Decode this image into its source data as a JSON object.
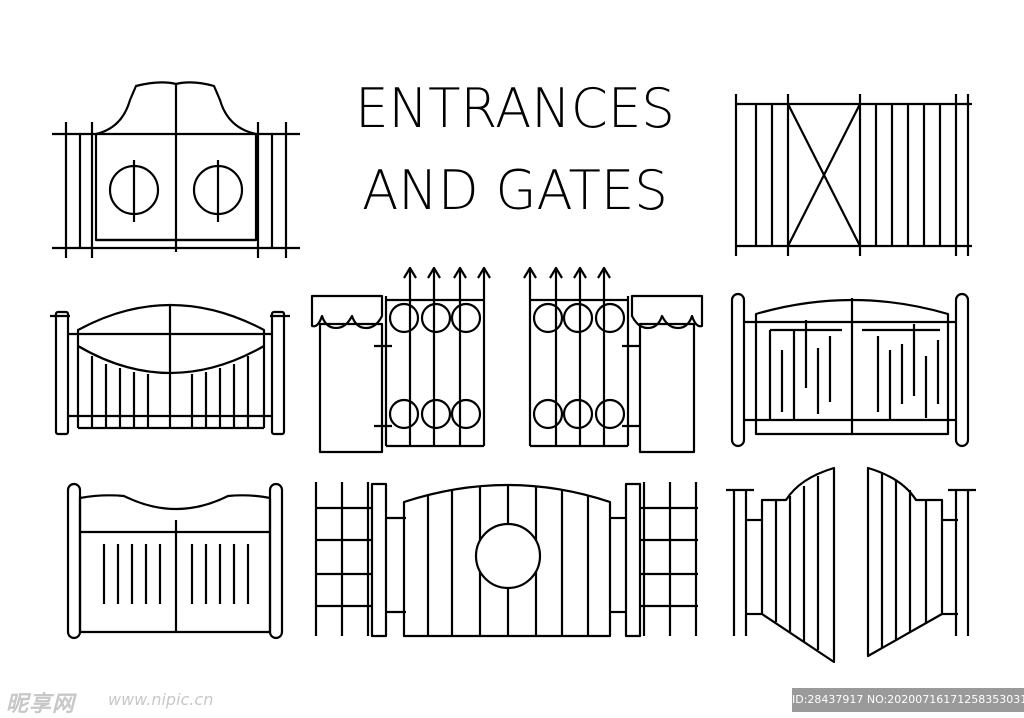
{
  "title": {
    "line1": "ENTRANCES",
    "line2": "AND GATES"
  },
  "watermark": {
    "logo": "昵享网",
    "url": "www.nipic.cn",
    "id": "ID:28437917 NO:20200716171258353031"
  },
  "illustrations": [
    "arched-double-gate-with-circle-ornaments",
    "wooden-plank-gate-with-x-brace",
    "curved-top-slat-gate-with-posts",
    "wrought-iron-gate-with-spear-tops-and-awning-pillars",
    "rounded-top-double-gate-with-vertical-marks",
    "concave-top-double-gate-with-posts",
    "arched-gate-with-circle-between-lattice-fences",
    "open-swinging-plank-gates"
  ]
}
